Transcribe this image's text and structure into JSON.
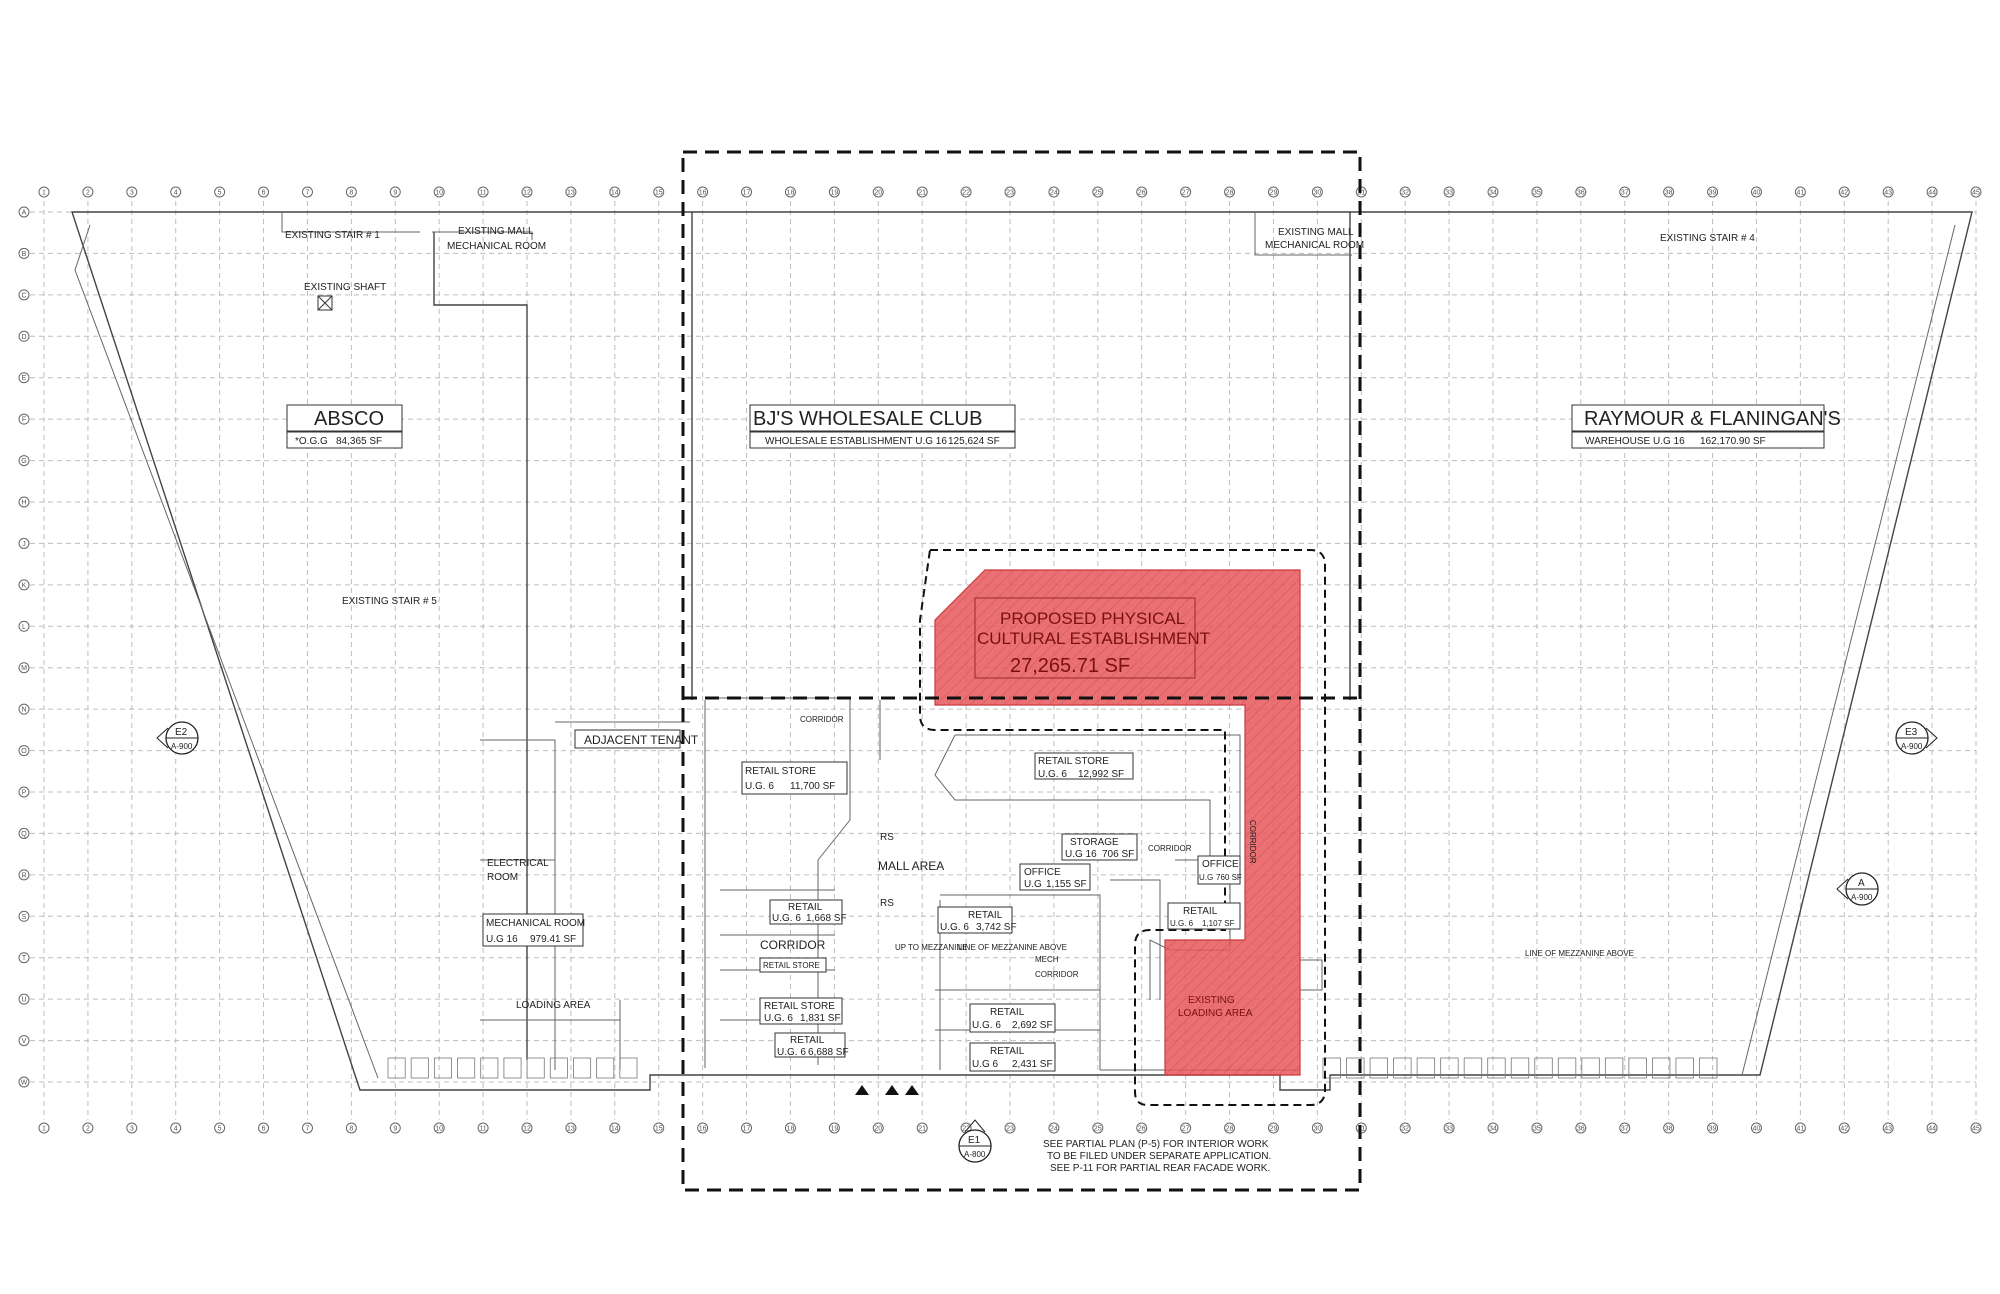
{
  "labels": {
    "existing_stair_1": "EXISTING STAIR # 1",
    "existing_mall_mech_left_1": "EXISTING MALL",
    "existing_mall_mech_left_2": "MECHANICAL ROOM",
    "existing_shaft": "EXISTING SHAFT",
    "existing_stair_5": "EXISTING STAIR # 5",
    "existing_mall_mech_right_1": "EXISTING MALL",
    "existing_mall_mech_right_2": "MECHANICAL ROOM",
    "existing_stair_4": "EXISTING STAIR # 4",
    "adjacent_tenant": "ADJACENT TENANT",
    "electrical_room_1": "ELECTRICAL",
    "electrical_room_2": "ROOM",
    "loading_area": "LOADING AREA",
    "mall_area": "MALL AREA",
    "corridor_top": "CORRIDOR",
    "corridor_mid": "CORRIDOR",
    "corridor_right": "CORRIDOR",
    "corridor_small": "CORRIDOR",
    "corridor_vertical": "CORRIDOR",
    "up_to_mezzanine": "UP TO MEZZANINE",
    "line_of_mezzanine_above": "LINE OF MEZZANINE ABOVE",
    "line_of_mezzanine_above_right": "LINE OF MEZZANINE ABOVE",
    "mech": "MECH",
    "rs1": "RS",
    "rs2": "RS",
    "existing_loading_1": "EXISTING",
    "existing_loading_2": "LOADING AREA",
    "note_1": "SEE PARTIAL PLAN (P-5) FOR INTERIOR WORK",
    "note_2": "TO BE FILED UNDER SEPARATE APPLICATION.",
    "note_3": "SEE P-11 FOR PARTIAL REAR FACADE WORK.",
    "elev_e1": "E1",
    "elev_e1_sheet": "A-800",
    "elev_e2": "E2",
    "elev_e2_sheet": "A-900",
    "elev_e3": "E3",
    "elev_e3_sheet": "A-900",
    "elev_a": "A",
    "elev_a_sheet": "A-900"
  },
  "tenants": {
    "absco_name": "ABSCO",
    "absco_use": "*O.G.G",
    "absco_sf": "84,365 SF",
    "bjs_name": "BJ'S WHOLESALE CLUB",
    "bjs_use": "WHOLESALE ESTABLISHMENT U.G 16",
    "bjs_sf": "125,624 SF",
    "raymour_name": "RAYMOUR & FLANINGAN'S",
    "raymour_use": "WAREHOUSE U.G 16",
    "raymour_sf": "162,170.90 SF"
  },
  "proposed": {
    "line1": "PROPOSED PHYSICAL",
    "line2": "CULTURAL ESTABLISHMENT",
    "area": "27,265.71 SF"
  },
  "rooms": {
    "retail_store_a_name": "RETAIL STORE",
    "retail_store_a_ug": "U.G. 6",
    "retail_store_a_sf": "11,700 SF",
    "retail_store_b_name": "RETAIL STORE",
    "retail_store_b_ug": "U.G. 6",
    "retail_store_b_sf": "12,992 SF",
    "storage_name": "STORAGE",
    "storage_ug": "U.G 16",
    "storage_sf": "706 SF",
    "office_a_name": "OFFICE",
    "office_a_ug": "U.G",
    "office_a_sf": "1,155 SF",
    "office_b_name": "OFFICE",
    "office_b_ug": "U.G",
    "office_b_sf": "760 SF",
    "retail_c_name": "RETAIL",
    "retail_c_ug": "U.G. 6",
    "retail_c_sf": "1,668 SF",
    "retail_d_name": "RETAIL",
    "retail_d_ug": "U.G. 6",
    "retail_d_sf": "3,742 SF",
    "retail_e_name": "RETAIL",
    "retail_e_ug": "U.G. 6",
    "retail_e_sf": "1,107 SF",
    "retail_store_f_name": "RETAIL STORE",
    "retail_store_f_ug": "U.G. 6",
    "retail_store_f_sf": "1,831 SF",
    "retail_g_name": "RETAIL",
    "retail_g_ug": "U.G. 6",
    "retail_g_sf": "6,688 SF",
    "retail_h_name": "RETAIL",
    "retail_h_ug": "U.G. 6",
    "retail_h_sf": "2,692 SF",
    "retail_i_name": "RETAIL",
    "retail_i_ug": "U.G 6",
    "retail_i_sf": "2,431 SF",
    "retail_store_j_name": "RETAIL STORE",
    "mech_room_name": "MECHANICAL ROOM",
    "mech_room_ug": "U.G 16",
    "mech_room_sf": "979.41 SF"
  },
  "grid": {
    "columns": [
      "1",
      "2",
      "3",
      "4",
      "5",
      "6",
      "7",
      "8",
      "9",
      "10",
      "11",
      "12",
      "13",
      "14",
      "15",
      "16",
      "17",
      "18",
      "19",
      "20",
      "21",
      "22",
      "23",
      "24",
      "25",
      "26",
      "27",
      "28",
      "29",
      "30",
      "31",
      "32",
      "33",
      "34",
      "35",
      "36",
      "37",
      "38",
      "39",
      "40",
      "41",
      "42",
      "43",
      "44",
      "45"
    ],
    "rows": [
      "A",
      "B",
      "C",
      "D",
      "E",
      "F",
      "G",
      "H",
      "J",
      "K",
      "L",
      "M",
      "N",
      "O",
      "P",
      "Q",
      "R",
      "S",
      "T",
      "U",
      "V",
      "W"
    ]
  },
  "colors": {
    "proposed_fill": "#e8575b",
    "line": "#333333",
    "grid": "#bdbdbd"
  }
}
